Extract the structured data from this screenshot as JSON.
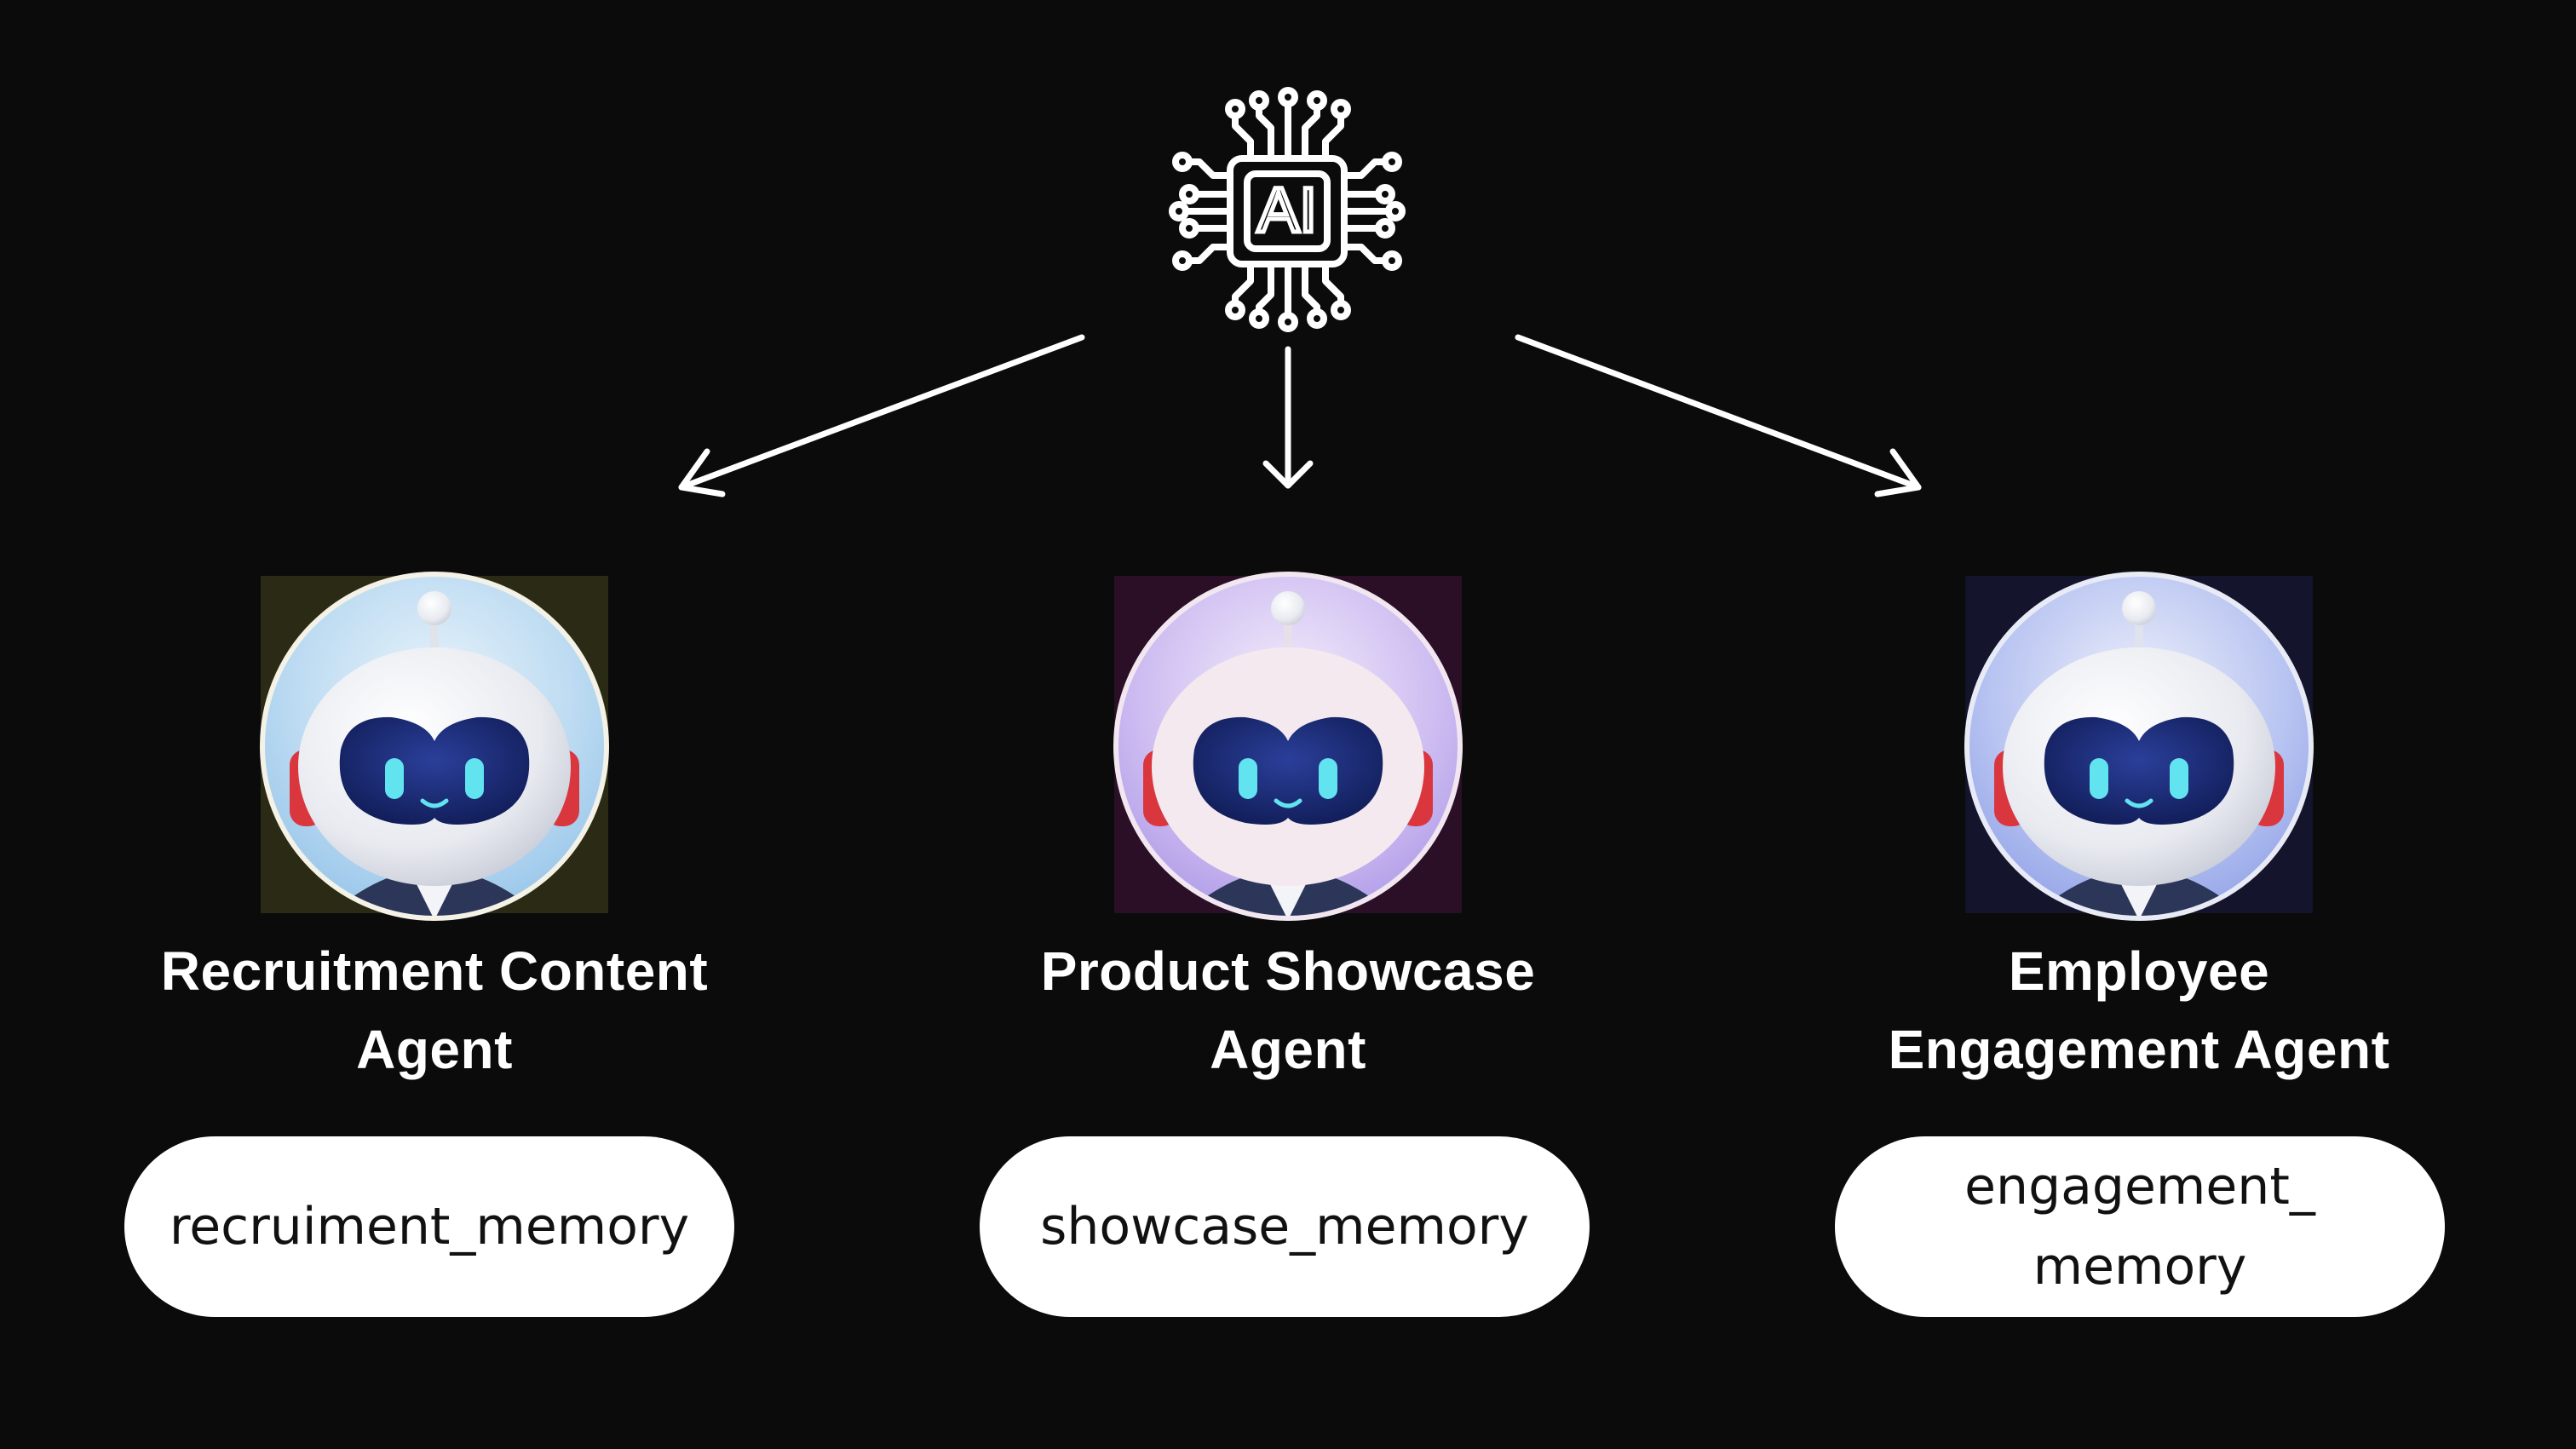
{
  "hub": {
    "icon": "ai-chip-icon",
    "label": "AI"
  },
  "agents": [
    {
      "name_line1": "Recruitment Content",
      "name_line2": "Agent",
      "memory": "recruiment_memory",
      "avatar": "robot-avatar-icon",
      "avatar_tint": "#2b2a14"
    },
    {
      "name_line1": "Product Showcase",
      "name_line2": "Agent",
      "memory": "showcase_memory",
      "avatar": "robot-avatar-icon",
      "avatar_tint": "#2a0f26"
    },
    {
      "name_line1": "Employee",
      "name_line2": "Engagement Agent",
      "memory": "engagement_memory",
      "avatar": "robot-avatar-icon",
      "avatar_tint": "#14142c"
    }
  ],
  "colors": {
    "background": "#0b0b0b",
    "foreground": "#ffffff",
    "pill_text": "#111111"
  }
}
